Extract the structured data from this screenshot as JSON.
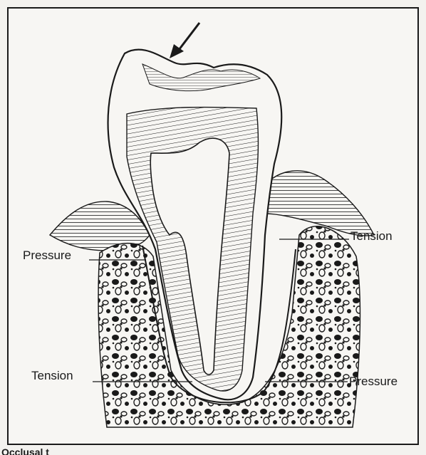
{
  "diagram": {
    "labels": {
      "pressure_upper": "Pressure",
      "tension_upper": "Tension",
      "tension_lower": "Tension",
      "pressure_lower": "Pressure"
    },
    "force_arrow_icon": "arrow-down-left-icon",
    "colors": {
      "ink": "#1a1a1a",
      "paper": "#f7f6f3"
    }
  },
  "footer": {
    "caption": "Occlusal t"
  }
}
